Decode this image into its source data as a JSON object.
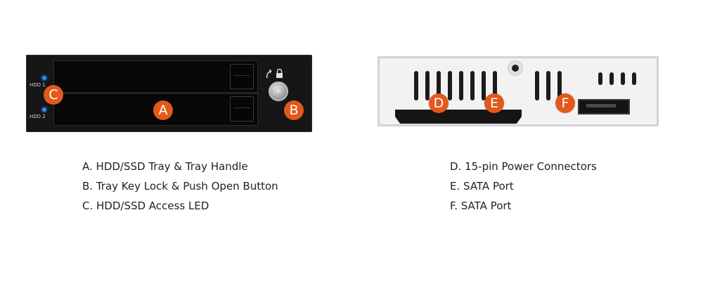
{
  "front_panel": {
    "led_labels": [
      "HDD 1",
      "HDD 2"
    ]
  },
  "markers": {
    "a": "A",
    "b": "B",
    "c": "C",
    "d": "D",
    "e": "E",
    "f": "F"
  },
  "legend": {
    "left": [
      "A. HDD/SSD Tray & Tray Handle",
      "B. Tray Key Lock & Push Open Button",
      "C. HDD/SSD Access LED"
    ],
    "right": [
      "D. 15-pin Power Connectors",
      "E. SATA Port",
      "F. SATA Port"
    ]
  },
  "colors": {
    "marker": "#e2591b",
    "led": "#2f8cff",
    "front_panel": "#161616",
    "back_panel": "#f2f2f2"
  }
}
